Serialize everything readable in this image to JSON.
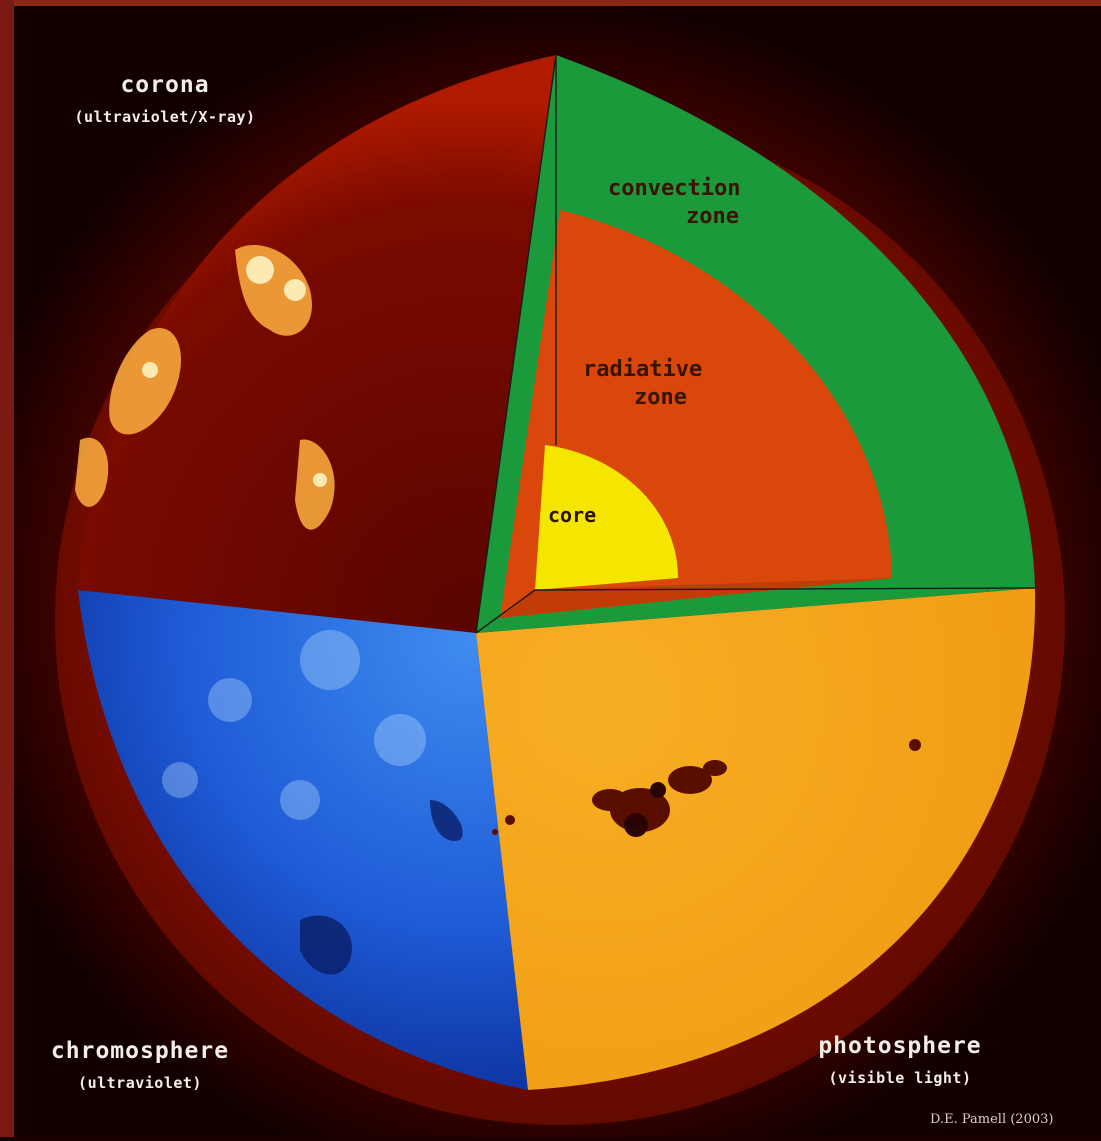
{
  "labels": {
    "corona": {
      "name": "corona",
      "sub": "(ultraviolet/X-ray)"
    },
    "chromosphere": {
      "name": "chromosphere",
      "sub": "(ultraviolet)"
    },
    "photosphere": {
      "name": "photosphere",
      "sub": "(visible light)"
    },
    "convection": {
      "line1": "convection",
      "line2": "zone"
    },
    "radiative": {
      "line1": "radiative",
      "line2": "zone"
    },
    "core": "core"
  },
  "credit": "D.E. Pamell (2003)",
  "colors": {
    "background": "#1a0000",
    "corona": "#7a0a00",
    "chromosphere": "#1e5bd6",
    "photosphere": "#f2a31a",
    "convection_zone": "#1a9a3a",
    "radiative_zone": "#d9480a",
    "core": "#f5e600",
    "label_text": "#f4efe6",
    "inner_text": "#3a1200"
  }
}
